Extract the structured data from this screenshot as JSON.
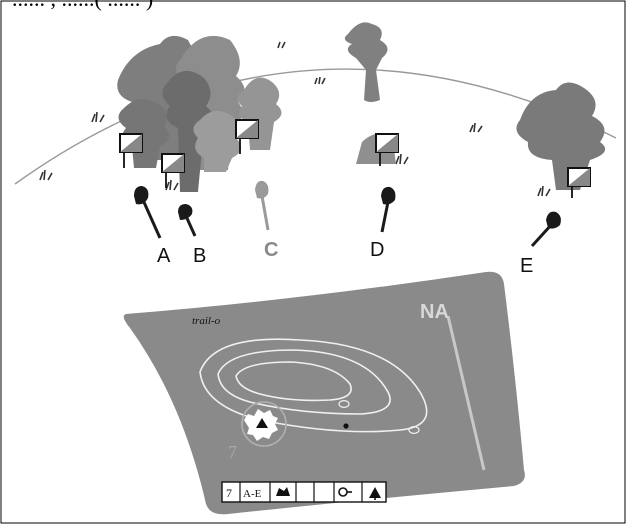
{
  "scene": {
    "cropped_top_text": "...... , ......( ...... )",
    "pointer_labels": [
      "A",
      "B",
      "C",
      "D",
      "E"
    ],
    "highlighted_label": "C"
  },
  "map": {
    "title": "trail-o",
    "north_label": "NA",
    "control_number": "7",
    "description_strip": [
      "7",
      "A-E",
      "",
      "",
      "",
      ""
    ]
  },
  "colors": {
    "tree": "#8c8c8c",
    "tree_dark": "#6f6f6f",
    "map_sheet": "#8a8a8a",
    "pointer": "#1a1a1a",
    "pointer_highlight": "#9a9a9a",
    "contour": "#f2f2f2",
    "north_arrow": "#c8c8c8"
  },
  "icons": [
    "control-flag-icon",
    "grass-tuft-icon",
    "pointer-hand-icon",
    "north-arrow-icon",
    "control-circle-icon",
    "triangle-icon"
  ]
}
